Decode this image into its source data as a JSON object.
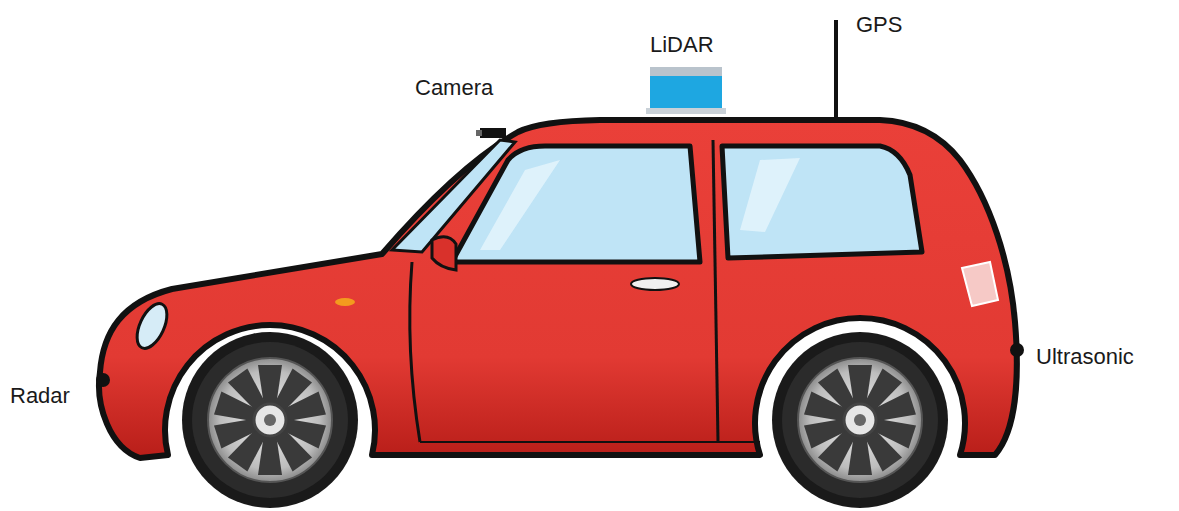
{
  "diagram": {
    "labels": [
      "GPS",
      "LiDAR",
      "Camera",
      "Ultrasonic",
      "Radar"
    ]
  }
}
